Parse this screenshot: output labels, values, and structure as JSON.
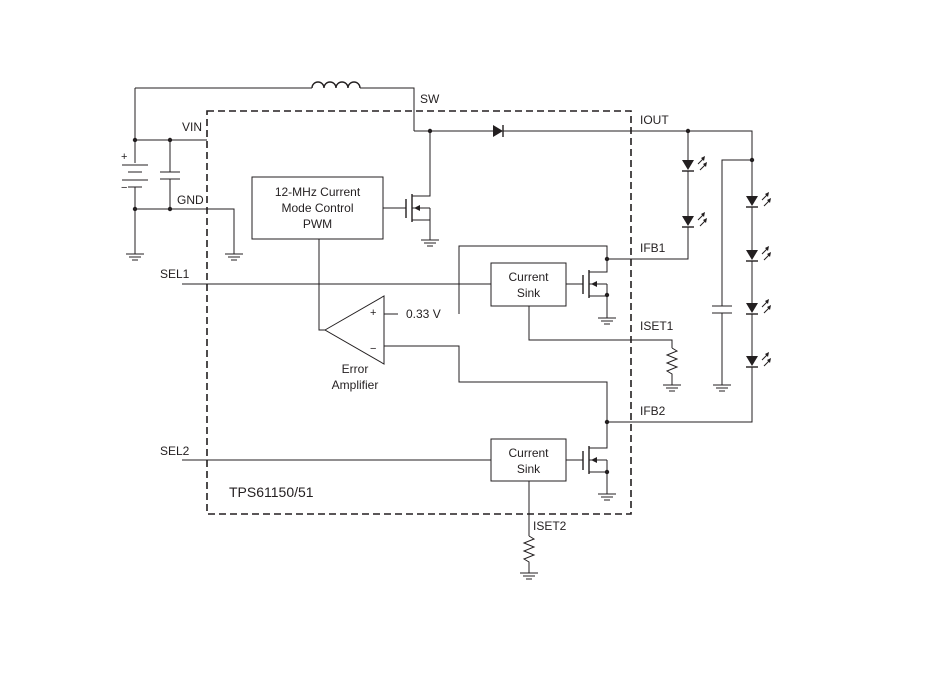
{
  "chip_label": "TPS61150/51",
  "pins": {
    "sw": "SW",
    "vin": "VIN",
    "gnd": "GND",
    "iout": "IOUT",
    "ifb1": "IFB1",
    "ifb2": "IFB2",
    "iset1": "ISET1",
    "iset2": "ISET2",
    "sel1": "SEL1",
    "sel2": "SEL2"
  },
  "blocks": {
    "pwm": [
      "12-MHz Current",
      "Mode Control",
      "PWM"
    ],
    "sink1": [
      "Current",
      "Sink"
    ],
    "sink2": [
      "Current",
      "Sink"
    ],
    "error_amp": [
      "Error",
      "Amplifier"
    ]
  },
  "reference": "0.33 V",
  "symbols": {
    "plus": "+",
    "minus": "−",
    "batt_plus": "+",
    "batt_minus": "−"
  }
}
